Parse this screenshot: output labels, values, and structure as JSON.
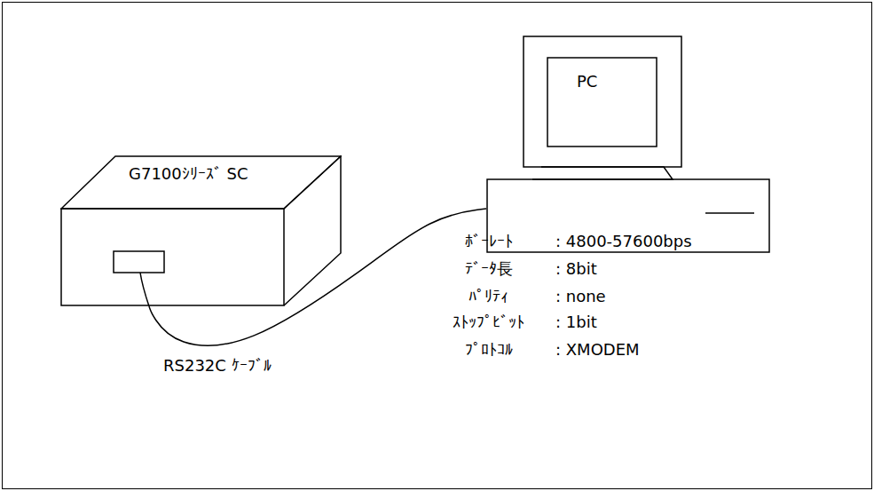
{
  "diagram": {
    "nodes": [
      {
        "text": [
          "G7100ｼﾘｰｽﾞ SC"
        ]
      },
      {
        "text": [
          "PC"
        ]
      }
    ],
    "edges": [
      {
        "from": 0,
        "to": 1,
        "arrow": "none",
        "label": "RS232C ｹｰﾌﾞﾙ"
      }
    ],
    "labels": [
      "ﾎﾞｰﾚｰﾄ",
      ": 4800-57600bps",
      "ﾃﾞｰﾀ長",
      ": 8bit",
      "ﾊﾟﾘﾃｨ",
      ": none",
      "ｽﾄｯﾌﾟﾋﾞｯﾄ",
      ": 1bit",
      "ﾌﾟﾛﾄｺﾙ",
      ": XMODEM"
    ]
  }
}
